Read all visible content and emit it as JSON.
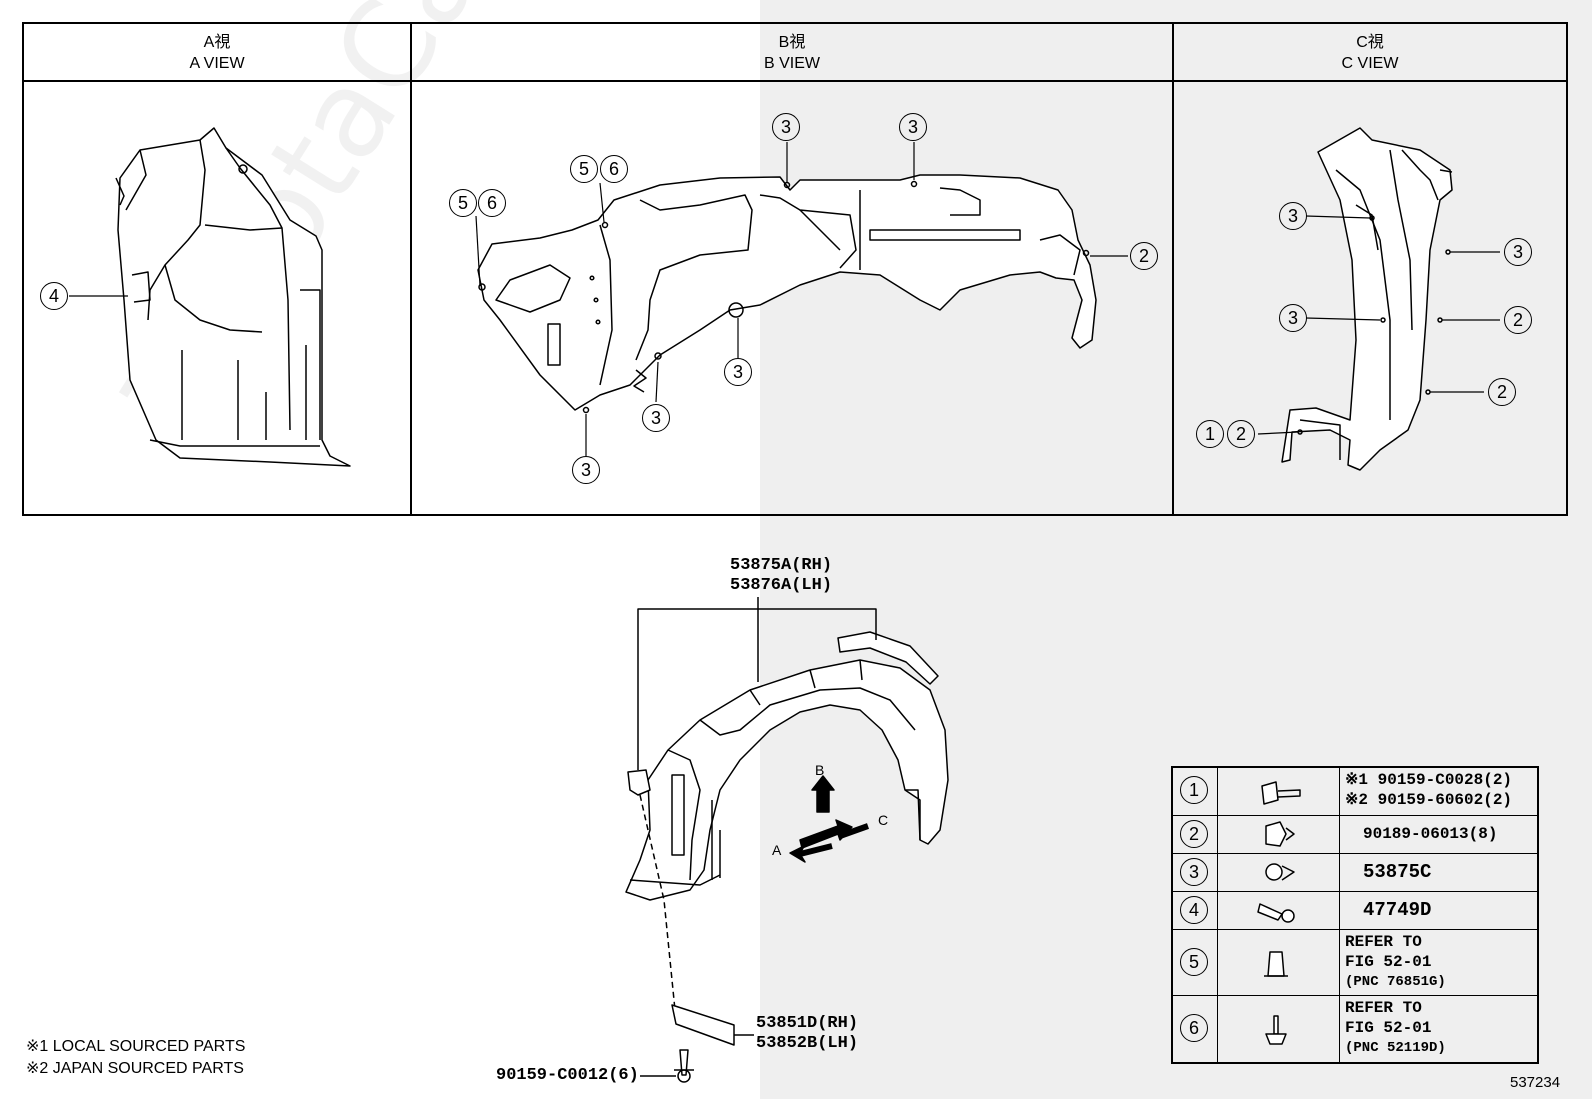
{
  "views": [
    {
      "jp": "A視",
      "en": "A VIEW"
    },
    {
      "jp": "B視",
      "en": "B VIEW"
    },
    {
      "jp": "C視",
      "en": "C VIEW"
    }
  ],
  "callouts": {
    "c1": "1",
    "c2": "2",
    "c3": "3",
    "c4": "4",
    "c5": "5",
    "c6": "6"
  },
  "part_labels": {
    "liner_rh": "53875A(RH)",
    "liner_lh": "53876A(LH)",
    "seal_rh": "53851D(RH)",
    "seal_lh": "53852B(LH)",
    "screw": "90159-C0012(6)"
  },
  "arrows": {
    "a": "A",
    "b": "B",
    "c": "C"
  },
  "notes": [
    "※1 LOCAL SOURCED PARTS",
    "※2 JAPAN SOURCED PARTS"
  ],
  "legend": [
    {
      "num": "1",
      "icon": "flange-bolt-icon",
      "lines": [
        "※1 90159-C0028(2)",
        "※2 90159-60602(2)"
      ]
    },
    {
      "num": "2",
      "icon": "push-clip-icon",
      "lines": [
        "90189-06013(8)"
      ]
    },
    {
      "num": "3",
      "icon": "grommet-clip-icon",
      "lines": [
        "53875C"
      ]
    },
    {
      "num": "4",
      "icon": "retainer-clip-icon",
      "lines": [
        "47749D"
      ]
    },
    {
      "num": "5",
      "icon": "nut-clip-icon",
      "lines": [
        "REFER TO",
        "FIG 52-01",
        "(PNC 76851G)"
      ]
    },
    {
      "num": "6",
      "icon": "tapping-screw-icon",
      "lines": [
        "REFER TO",
        "FIG 52-01",
        "(PNC 52119D)"
      ]
    }
  ],
  "diagram_id": "537234",
  "watermark": "ToyotaCarMini.ru"
}
